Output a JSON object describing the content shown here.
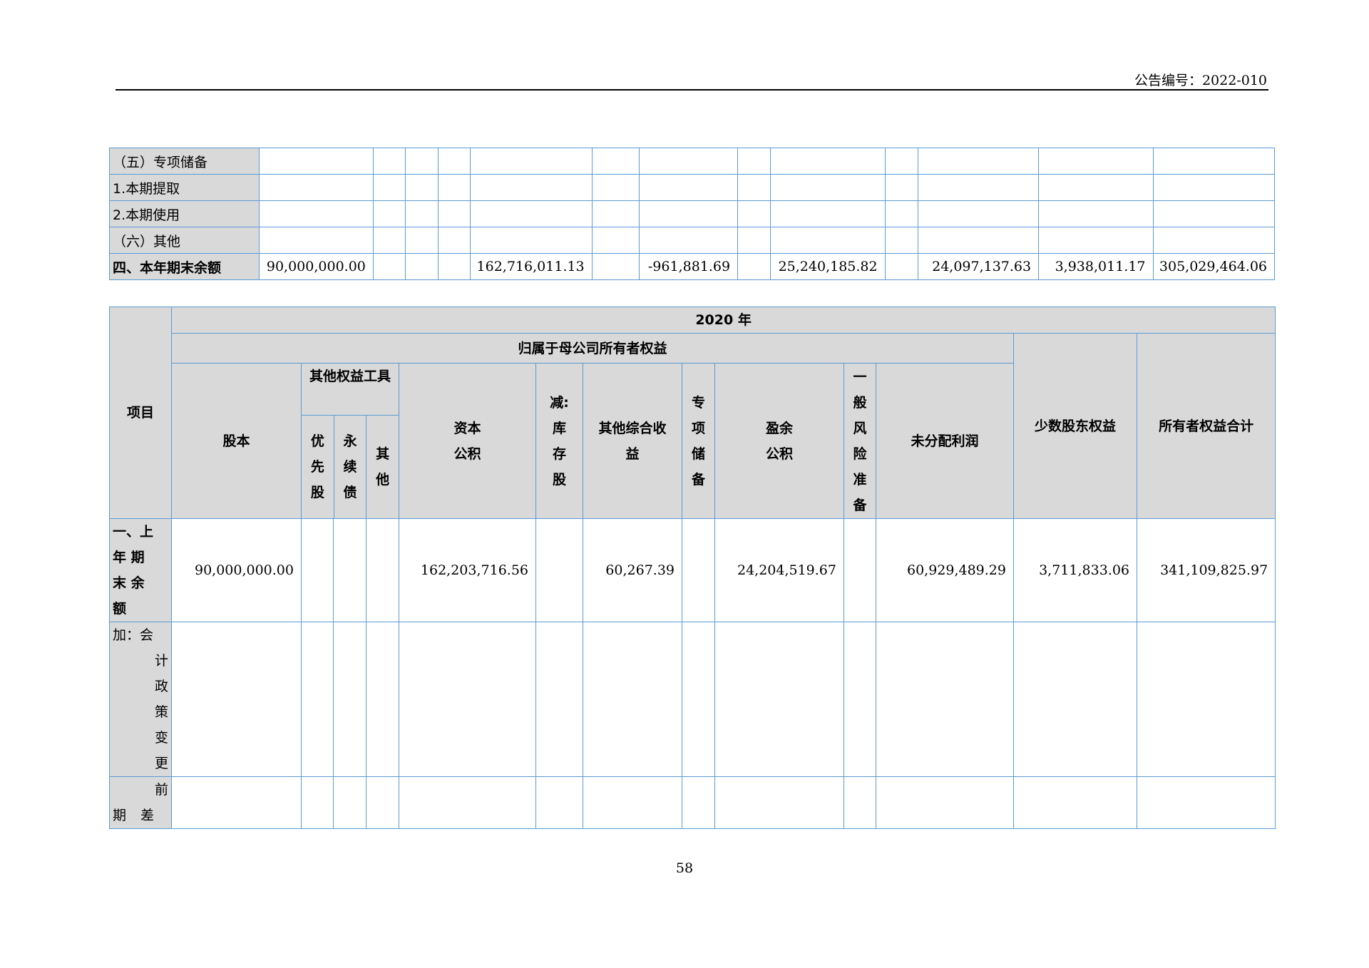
{
  "header": {
    "notice_no": "公告编号：2022-010"
  },
  "top_table": {
    "rows": [
      {
        "label": "（五）专项储备",
        "cells": [
          "",
          "",
          "",
          "",
          "",
          "",
          "",
          "",
          "",
          "",
          "",
          "",
          "",
          ""
        ]
      },
      {
        "label": "1.本期提取",
        "cells": [
          "",
          "",
          "",
          "",
          "",
          "",
          "",
          "",
          "",
          "",
          "",
          "",
          "",
          ""
        ]
      },
      {
        "label": "2.本期使用",
        "cells": [
          "",
          "",
          "",
          "",
          "",
          "",
          "",
          "",
          "",
          "",
          "",
          "",
          "",
          ""
        ]
      },
      {
        "label": "（六）其他",
        "cells": [
          "",
          "",
          "",
          "",
          "",
          "",
          "",
          "",
          "",
          "",
          "",
          "",
          "",
          ""
        ]
      },
      {
        "label": "四、本年期末余额",
        "cells": [
          "90,000,000.00",
          "",
          "",
          "",
          "162,716,011.13",
          "",
          "-961,881.69",
          "",
          "25,240,185.82",
          "",
          "24,097,137.63",
          "3,938,011.17",
          "305,029,464.06"
        ]
      }
    ]
  },
  "main_table": {
    "year": "2020 年",
    "group_title": "归属于母公司所有者权益",
    "col_item": "项目",
    "col_share": "股本",
    "col_other_equity": "其他权益工具",
    "col_pref": [
      "优",
      "先",
      "股"
    ],
    "col_perp": [
      "永",
      "续",
      "债"
    ],
    "col_other": [
      "其",
      "他"
    ],
    "col_capital": [
      "资本",
      "公积"
    ],
    "col_treasury": [
      "减:",
      "库",
      "存",
      "股"
    ],
    "col_oci": [
      "其他综合收",
      "益"
    ],
    "col_special": [
      "专",
      "项",
      "储",
      "备"
    ],
    "col_surplus": [
      "盈余",
      "公积"
    ],
    "col_risk": [
      "一",
      "般",
      "风",
      "险",
      "准",
      "备"
    ],
    "col_retained": "未分配利润",
    "col_minority": "少数股东权益",
    "col_total": "所有者权益合计",
    "row1_label": [
      "一、上",
      "年 期",
      "末 余",
      "额"
    ],
    "row1_values": {
      "share": "90,000,000.00",
      "capital": "162,203,716.56",
      "oci": "60,267.39",
      "surplus": "24,204,519.67",
      "retained": "60,929,489.29",
      "minority": "3,711,833.06",
      "total": "341,109,825.97"
    },
    "row2_label": [
      "加：会",
      "计",
      "政",
      "策",
      "变",
      "更"
    ],
    "row3_label": [
      "前",
      "期 差"
    ]
  },
  "page_number": "58"
}
